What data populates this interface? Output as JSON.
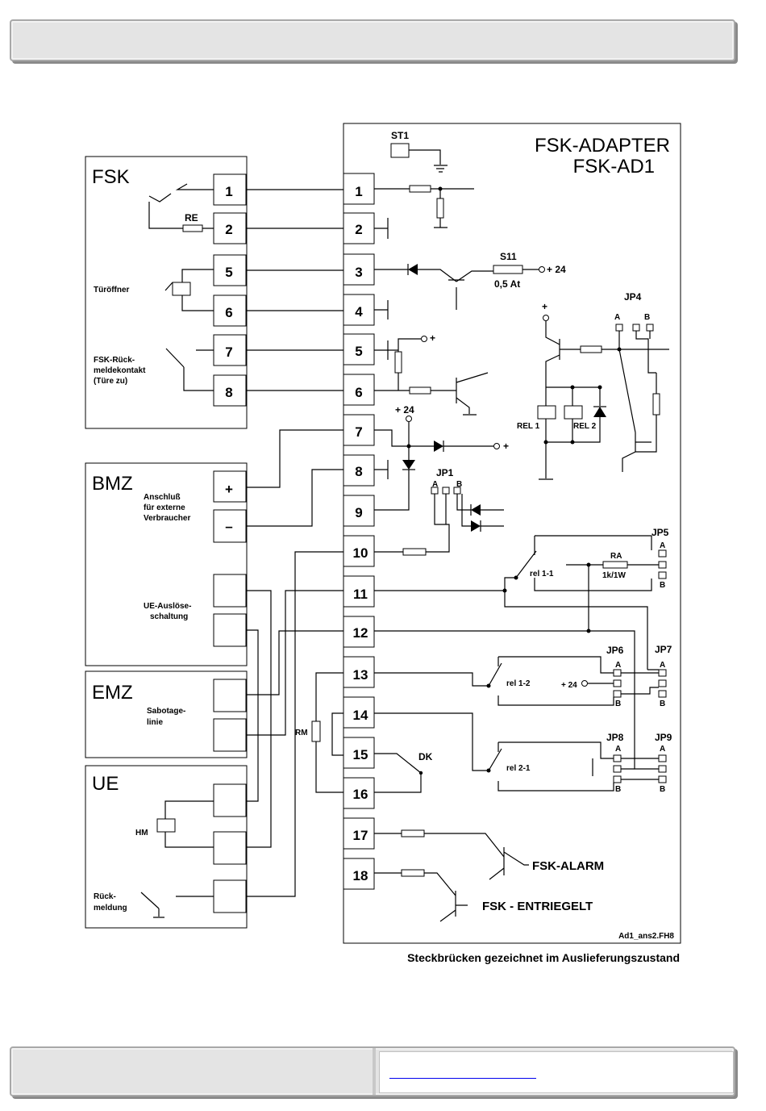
{
  "title": {
    "line1": "FSK-ADAPTER",
    "line2": "FSK-AD1"
  },
  "caption": "Steckbrücken  gezeichnet im Auslieferungszustand",
  "file_tag": "Ad1_ans2.FH8",
  "groups": {
    "fsk": {
      "name": "FSK",
      "label_re": "RE",
      "door_opener": "Türöffner",
      "feedback1": "FSK-Rück-",
      "feedback2": "meldekontakt",
      "feedback3": "(Türe zu)",
      "terms": [
        "1",
        "2",
        "5",
        "6",
        "7",
        "8"
      ]
    },
    "bmz": {
      "name": "BMZ",
      "consumer1": "Anschluß",
      "consumer2": "für externe",
      "consumer3": "Verbraucher",
      "plus": "+",
      "minus": "–",
      "ue1": "UE-Auslöse-",
      "ue2": "schaltung"
    },
    "emz": {
      "name": "EMZ",
      "sab1": "Sabotage-",
      "sab2": "linie"
    },
    "ue": {
      "name": "UE",
      "hm": "HM",
      "rm1": "Rück-",
      "rm2": "meldung"
    }
  },
  "adapter_terms": [
    "1",
    "2",
    "3",
    "4",
    "5",
    "6",
    "7",
    "8",
    "9",
    "10",
    "11",
    "12",
    "13",
    "14",
    "15",
    "16",
    "17",
    "18"
  ],
  "labels": {
    "st1": "ST1",
    "s11": "S11",
    "fuse": "0,5 At",
    "plus24": "+ 24",
    "plus": "+",
    "jp1": "JP1",
    "jp4": "JP4",
    "jp5": "JP5",
    "jp6": "JP6",
    "jp7": "JP7",
    "jp8": "JP8",
    "jp9": "JP9",
    "a": "A",
    "b": "B",
    "rel1": "REL 1",
    "rel2": "REL 2",
    "rel11": "rel 1-1",
    "rel12": "rel 1-2",
    "rel21": "rel 2-1",
    "ra": "RA",
    "ra_val": "1k/1W",
    "rm": "RM",
    "dk": "DK",
    "fsk_alarm": "FSK-ALARM",
    "fsk_entriegelt": "FSK - ENTRIEGELT"
  }
}
